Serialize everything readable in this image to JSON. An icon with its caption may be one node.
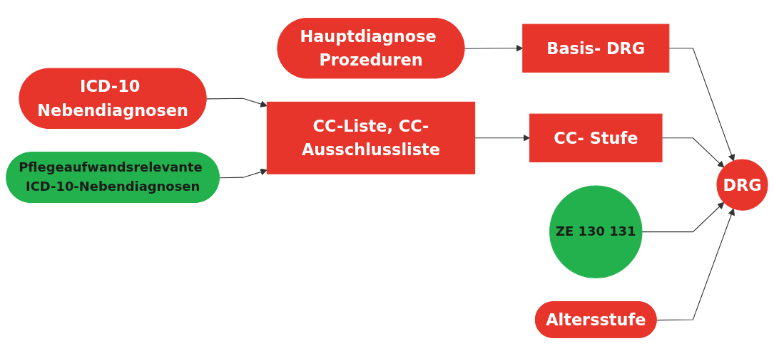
{
  "diagram": {
    "nodes": [
      {
        "text": [
          "Hauptdiagnose Prozeduren"
        ]
      },
      {
        "text": [
          "Basis- DRG"
        ]
      },
      {
        "text": [
          "ICD-10 Nebendiagnosen"
        ]
      },
      {
        "text": [
          "Pflegeaufwandsrelevante ICD-10-Nebendiagnosen"
        ]
      },
      {
        "text": [
          "CC-Liste, CC-Ausschlussliste"
        ]
      },
      {
        "text": [
          "CC- Stufe"
        ]
      },
      {
        "text": [
          "DRG"
        ]
      },
      {
        "text": [
          "ZE 130 131"
        ]
      },
      {
        "text": [
          "Altersstufe"
        ]
      }
    ],
    "edges": [
      {
        "from": 0,
        "to": 1,
        "arrow": "to"
      },
      {
        "from": 1,
        "to": 6,
        "arrow": "to"
      },
      {
        "from": 2,
        "to": 4,
        "arrow": "to"
      },
      {
        "from": 3,
        "to": 4,
        "arrow": "to"
      },
      {
        "from": 4,
        "to": 5,
        "arrow": "to"
      },
      {
        "from": 5,
        "to": 6,
        "arrow": "to"
      },
      {
        "from": 7,
        "to": 6,
        "arrow": "to"
      },
      {
        "from": 8,
        "to": 6,
        "arrow": "to"
      }
    ]
  }
}
